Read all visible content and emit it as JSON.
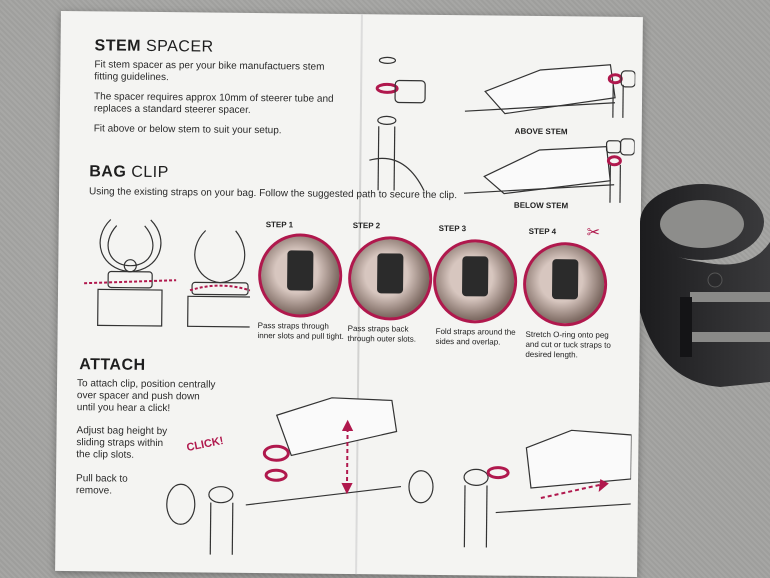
{
  "stem": {
    "heading_bold": "STEM",
    "heading_light": "SPACER",
    "line1": "Fit stem spacer as per your bike manufactuers stem",
    "line2": "fitting guidelines.",
    "line3": "The spacer requires approx 10mm of steerer tube and",
    "line4": "replaces a standard steerer spacer.",
    "line5": "Fit above or below stem to suit your setup."
  },
  "diagrams": {
    "above": "ABOVE STEM",
    "below": "BELOW STEM"
  },
  "bag": {
    "heading_bold": "BAG",
    "heading_light": "CLIP",
    "intro": "Using the existing straps on your bag. Follow the suggested path to secure the clip."
  },
  "steps": [
    {
      "title": "STEP 1",
      "caption": "Pass straps through inner slots and pull tight."
    },
    {
      "title": "STEP 2",
      "caption": "Pass straps back through outer slots."
    },
    {
      "title": "STEP 3",
      "caption": "Fold straps around the sides and overlap."
    },
    {
      "title": "STEP 4",
      "caption": "Stretch O-ring onto peg and cut or tuck straps to desired length."
    }
  ],
  "attach": {
    "heading": "ATTACH",
    "p1a": "To attach clip, position centrally",
    "p1b": "over spacer and push down",
    "p1c": "until you hear a click!",
    "p2a": "Adjust bag height by",
    "p2b": "sliding straps within",
    "p2c": "the clip slots.",
    "p3a": "Pull back to",
    "p3b": "remove.",
    "click": "CLICK!"
  },
  "colors": {
    "accent": "#b0184d",
    "paper": "#f4f4f2",
    "ink": "#2a2a2a"
  }
}
